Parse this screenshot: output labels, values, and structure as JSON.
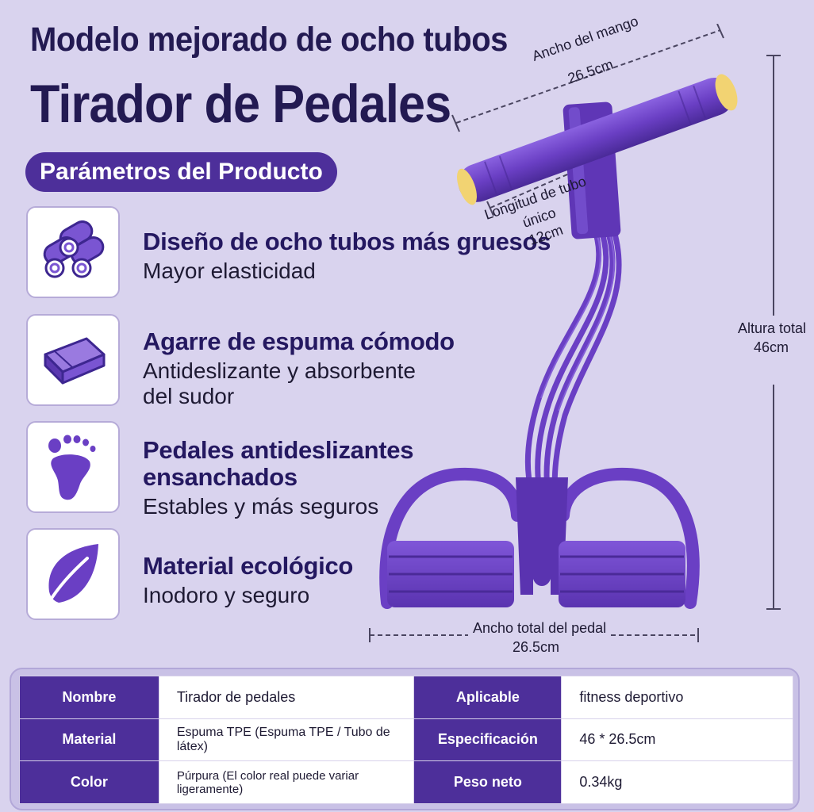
{
  "header": {
    "subtitle": "Modelo mejorado de ocho tubos",
    "title": "Tirador de Pedales",
    "params_pill": "Parámetros del Producto"
  },
  "features": [
    {
      "icon": "tubes-icon",
      "title": "Diseño de ocho tubos más gruesos",
      "desc": "Mayor elasticidad"
    },
    {
      "icon": "foam-grip-icon",
      "title": "Agarre de espuma cómodo",
      "desc_line1": "Antideslizante y absorbente",
      "desc_line2": "del sudor"
    },
    {
      "icon": "footprint-icon",
      "title_line1": "Pedales antideslizantes",
      "title_line2": "ensanchados",
      "desc": "Estables y más seguros"
    },
    {
      "icon": "leaf-icon",
      "title": "Material ecológico",
      "desc": "Inodoro y seguro"
    }
  ],
  "dimensions": {
    "handle_width_label": "Ancho del mango",
    "handle_width_value": "26.5cm",
    "tube_length_line1": "Longitud de tubo",
    "tube_length_line2": "único",
    "tube_length_value": "12cm",
    "total_height_label": "Altura total",
    "total_height_value": "46cm",
    "pedal_width_label": "Ancho total del pedal",
    "pedal_width_value": "26.5cm"
  },
  "spec_table": {
    "rows": [
      {
        "k1": "Nombre",
        "v1": "Tirador de pedales",
        "k2": "Aplicable",
        "v2": "fitness deportivo"
      },
      {
        "k1": "Material",
        "v1": "Espuma TPE (Espuma TPE / Tubo de látex)",
        "k2": "Especificación",
        "v2": "46 * 26.5cm"
      },
      {
        "k1": "Color",
        "v1": "Púrpura (El color real puede variar ligeramente)",
        "k2": "Peso neto",
        "v2": "0.34kg"
      }
    ]
  },
  "colors": {
    "background": "#d9d3ee",
    "accent": "#4d2f9a",
    "product_purple": "#6a3fc4",
    "handle_cap": "#f2d372"
  }
}
